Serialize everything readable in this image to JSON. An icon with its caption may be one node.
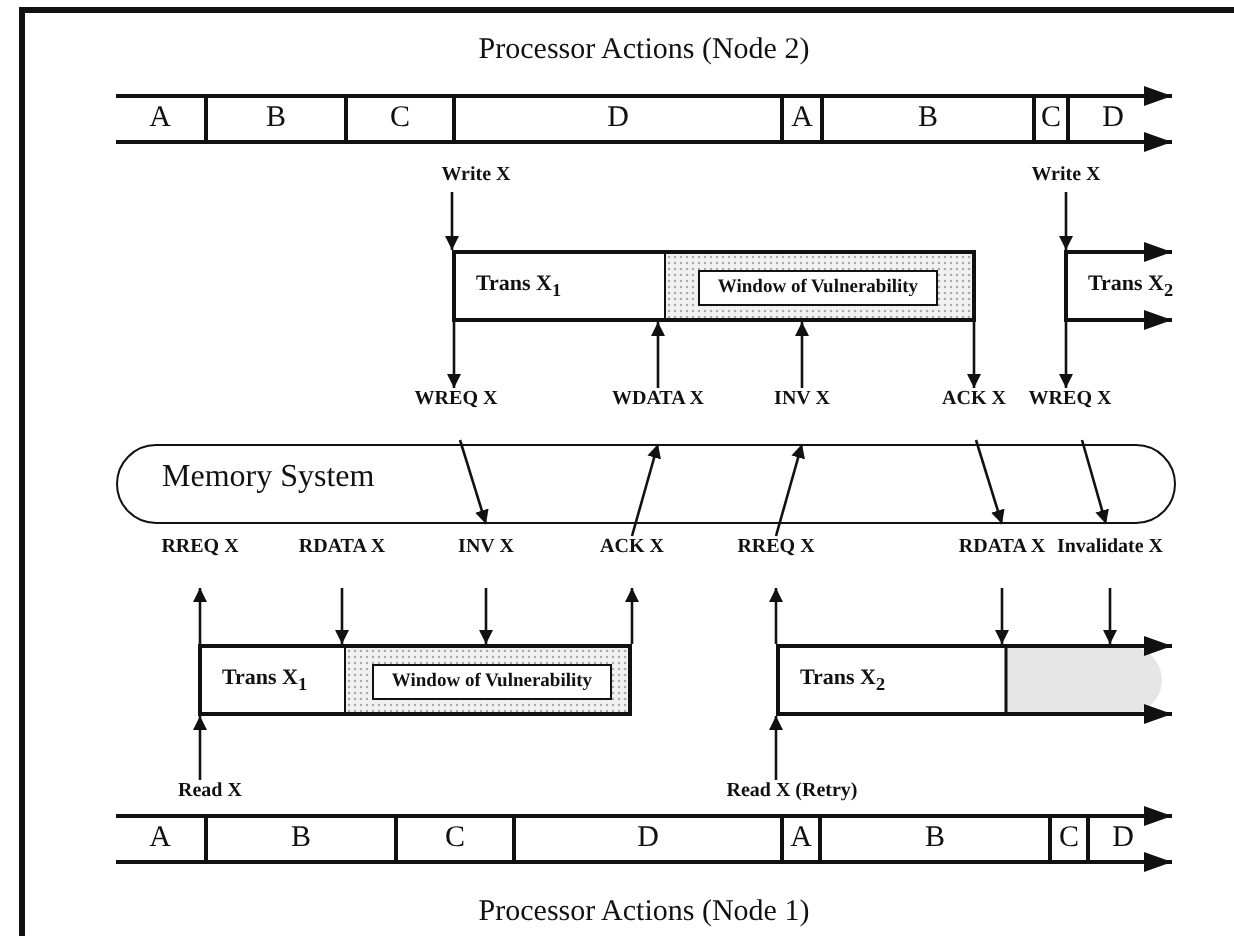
{
  "diagram": {
    "nodes": [
      {
        "text": [
          "A"
        ]
      },
      {
        "text": [
          "B"
        ]
      },
      {
        "text": [
          "C"
        ]
      },
      {
        "text": [
          "D"
        ]
      },
      {
        "text": [
          "A"
        ]
      },
      {
        "text": [
          "B"
        ]
      },
      {
        "text": [
          "C"
        ]
      },
      {
        "text": [
          "D"
        ]
      },
      {
        "text": [
          "Write X"
        ]
      },
      {
        "text": [
          "Write X"
        ]
      },
      {
        "text": [
          "Trans X$_{1}$"
        ]
      },
      {
        "text": [
          "Window of Vulnerability"
        ],
        "in": 10
      },
      {
        "text": [
          "Trans X$_{2}$"
        ]
      },
      {
        "text": [
          "WREQ X"
        ]
      },
      {
        "text": [
          "WDATA X"
        ]
      },
      {
        "text": [
          "INV X"
        ]
      },
      {
        "text": [
          "ACK X"
        ]
      },
      {
        "text": [
          "WREQ X"
        ]
      },
      {
        "text": [
          "Memory System"
        ]
      },
      {
        "text": [
          "RREQ X"
        ]
      },
      {
        "text": [
          "RDATA X"
        ]
      },
      {
        "text": [
          "INV X"
        ]
      },
      {
        "text": [
          "ACK X"
        ]
      },
      {
        "text": [
          "RREQ X"
        ]
      },
      {
        "text": [
          "RDATA X"
        ]
      },
      {
        "text": [
          "Invalidate X"
        ]
      },
      {
        "text": [
          "Trans X$_{1}$"
        ]
      },
      {
        "text": [
          "Window of Vulnerability"
        ],
        "in": 26
      },
      {
        "text": [
          "Trans X$_{2}$"
        ]
      },
      {
        "text": [
          "Read X"
        ]
      },
      {
        "text": [
          "Read X (Retry)"
        ]
      },
      {
        "text": [
          "A"
        ]
      },
      {
        "text": [
          "B"
        ]
      },
      {
        "text": [
          "C"
        ]
      },
      {
        "text": [
          "D"
        ]
      },
      {
        "text": [
          "A"
        ]
      },
      {
        "text": [
          "B"
        ]
      },
      {
        "text": [
          "C"
        ]
      },
      {
        "text": [
          "D"
        ]
      }
    ],
    "edges": [
      {
        "from": 8,
        "to": 10,
        "arrow": "to"
      },
      {
        "from": 9,
        "to": 12,
        "arrow": "to"
      },
      {
        "from": 10,
        "to": 13,
        "arrow": "to"
      },
      {
        "from": 14,
        "to": 10,
        "arrow": "to"
      },
      {
        "from": 15,
        "to": 10,
        "arrow": "to"
      },
      {
        "from": 10,
        "to": 16,
        "arrow": "to"
      },
      {
        "from": 12,
        "to": 17,
        "arrow": "to"
      },
      {
        "from": 13,
        "to": 18,
        "arrow": "to"
      },
      {
        "from": 22,
        "to": 18,
        "arrow": "to"
      },
      {
        "from": 23,
        "to": 18,
        "arrow": "to"
      },
      {
        "from": 16,
        "to": 18,
        "arrow": "to"
      },
      {
        "from": 17,
        "to": 18,
        "arrow": "to"
      },
      {
        "from": 26,
        "to": 19,
        "arrow": "to"
      },
      {
        "from": 20,
        "to": 26,
        "arrow": "to"
      },
      {
        "from": 21,
        "to": 26,
        "arrow": "to"
      },
      {
        "from": 26,
        "to": 22,
        "arrow": "to"
      },
      {
        "from": 28,
        "to": 23,
        "arrow": "to"
      },
      {
        "from": 24,
        "to": 28,
        "arrow": "to"
      },
      {
        "from": 25,
        "to": 28,
        "arrow": "to"
      },
      {
        "from": 29,
        "to": 26,
        "arrow": "to"
      },
      {
        "from": 30,
        "to": 28,
        "arrow": "to"
      }
    ],
    "labels": [
      "Processor Actions (Node 2)",
      "Processor Actions (Node 1)"
    ]
  }
}
